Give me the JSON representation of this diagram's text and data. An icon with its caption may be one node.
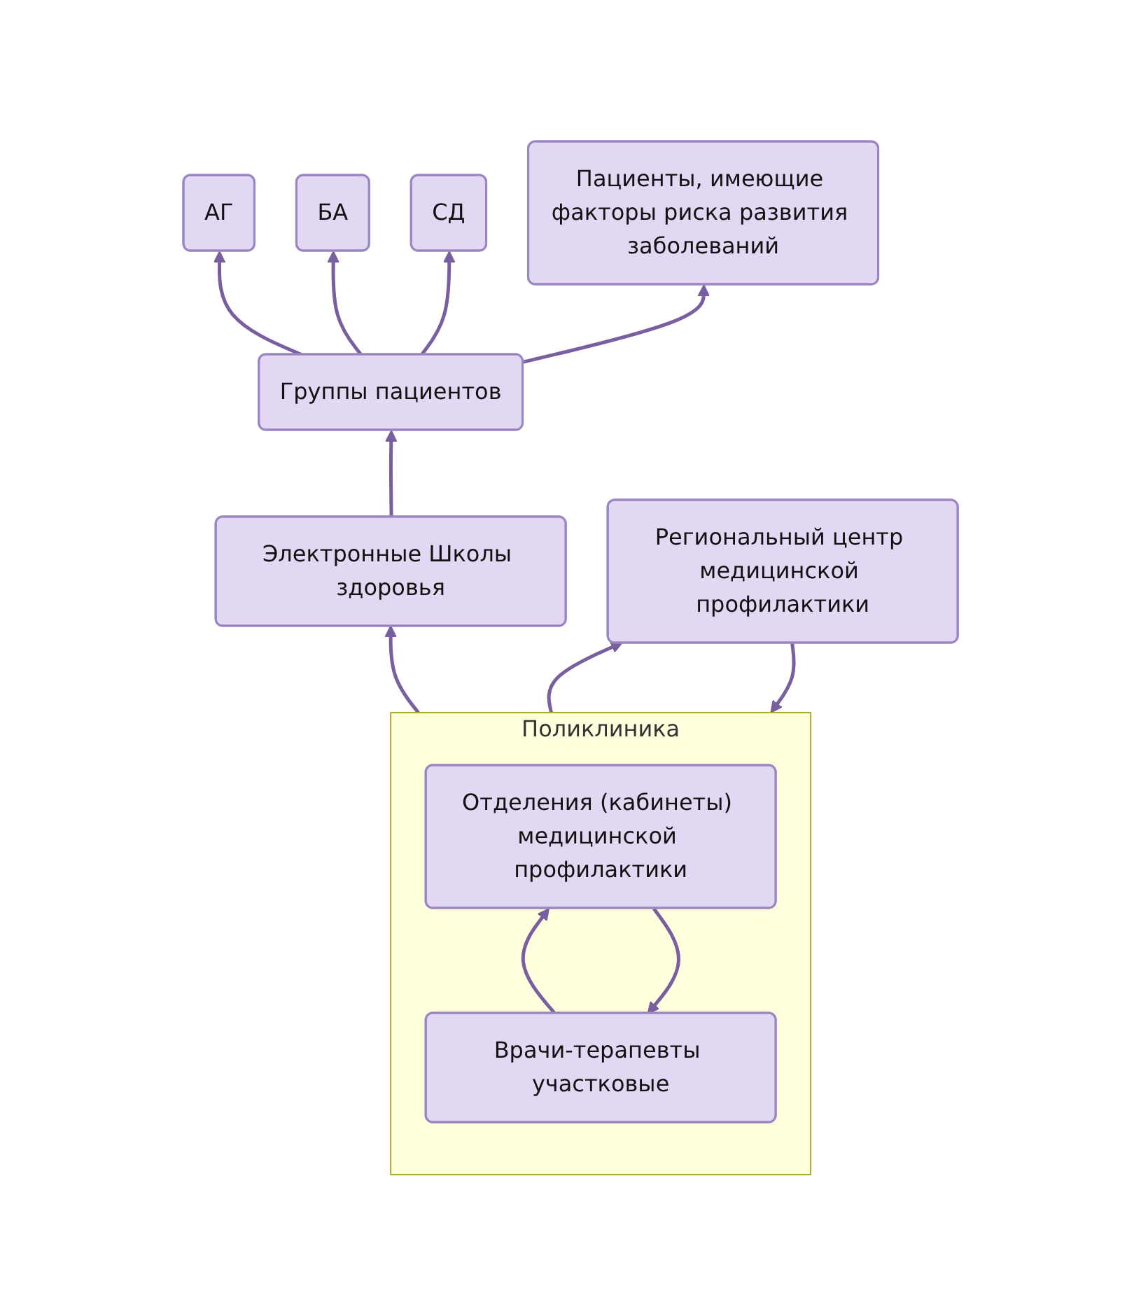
{
  "diagram": {
    "nodes": [
      {
        "text": [
          "АГ"
        ]
      },
      {
        "text": [
          "БА"
        ]
      },
      {
        "text": [
          "СД"
        ]
      },
      {
        "text": [
          "Пациенты, имеющие факторы риска развития заболеваний"
        ]
      },
      {
        "text": [
          "Группы пациентов"
        ]
      },
      {
        "text": [
          "Поликлиника"
        ]
      },
      {
        "text": [
          "Врачи-терапевты участковые"
        ],
        "in": 5
      },
      {
        "text": [
          "Отделения (кабинеты) медицинской профилактики"
        ],
        "in": 5
      },
      {
        "text": [
          "Электронные Школы здоровья"
        ]
      },
      {
        "text": [
          "Региональный центр медицинской профилактики"
        ]
      }
    ],
    "edges": [
      {
        "from": 9,
        "to": 5,
        "arrow": "to"
      },
      {
        "from": 5,
        "to": 9,
        "arrow": "to"
      },
      {
        "from": 7,
        "to": 6,
        "arrow": "to"
      },
      {
        "from": 6,
        "to": 7,
        "arrow": "to"
      },
      {
        "from": 5,
        "to": 8,
        "arrow": "to"
      },
      {
        "from": 8,
        "to": 4,
        "arrow": "to"
      },
      {
        "from": 4,
        "to": 0,
        "arrow": "to"
      },
      {
        "from": 4,
        "to": 1,
        "arrow": "to"
      },
      {
        "from": 4,
        "to": 2,
        "arrow": "to"
      },
      {
        "from": 4,
        "to": 3,
        "arrow": "to"
      }
    ]
  }
}
